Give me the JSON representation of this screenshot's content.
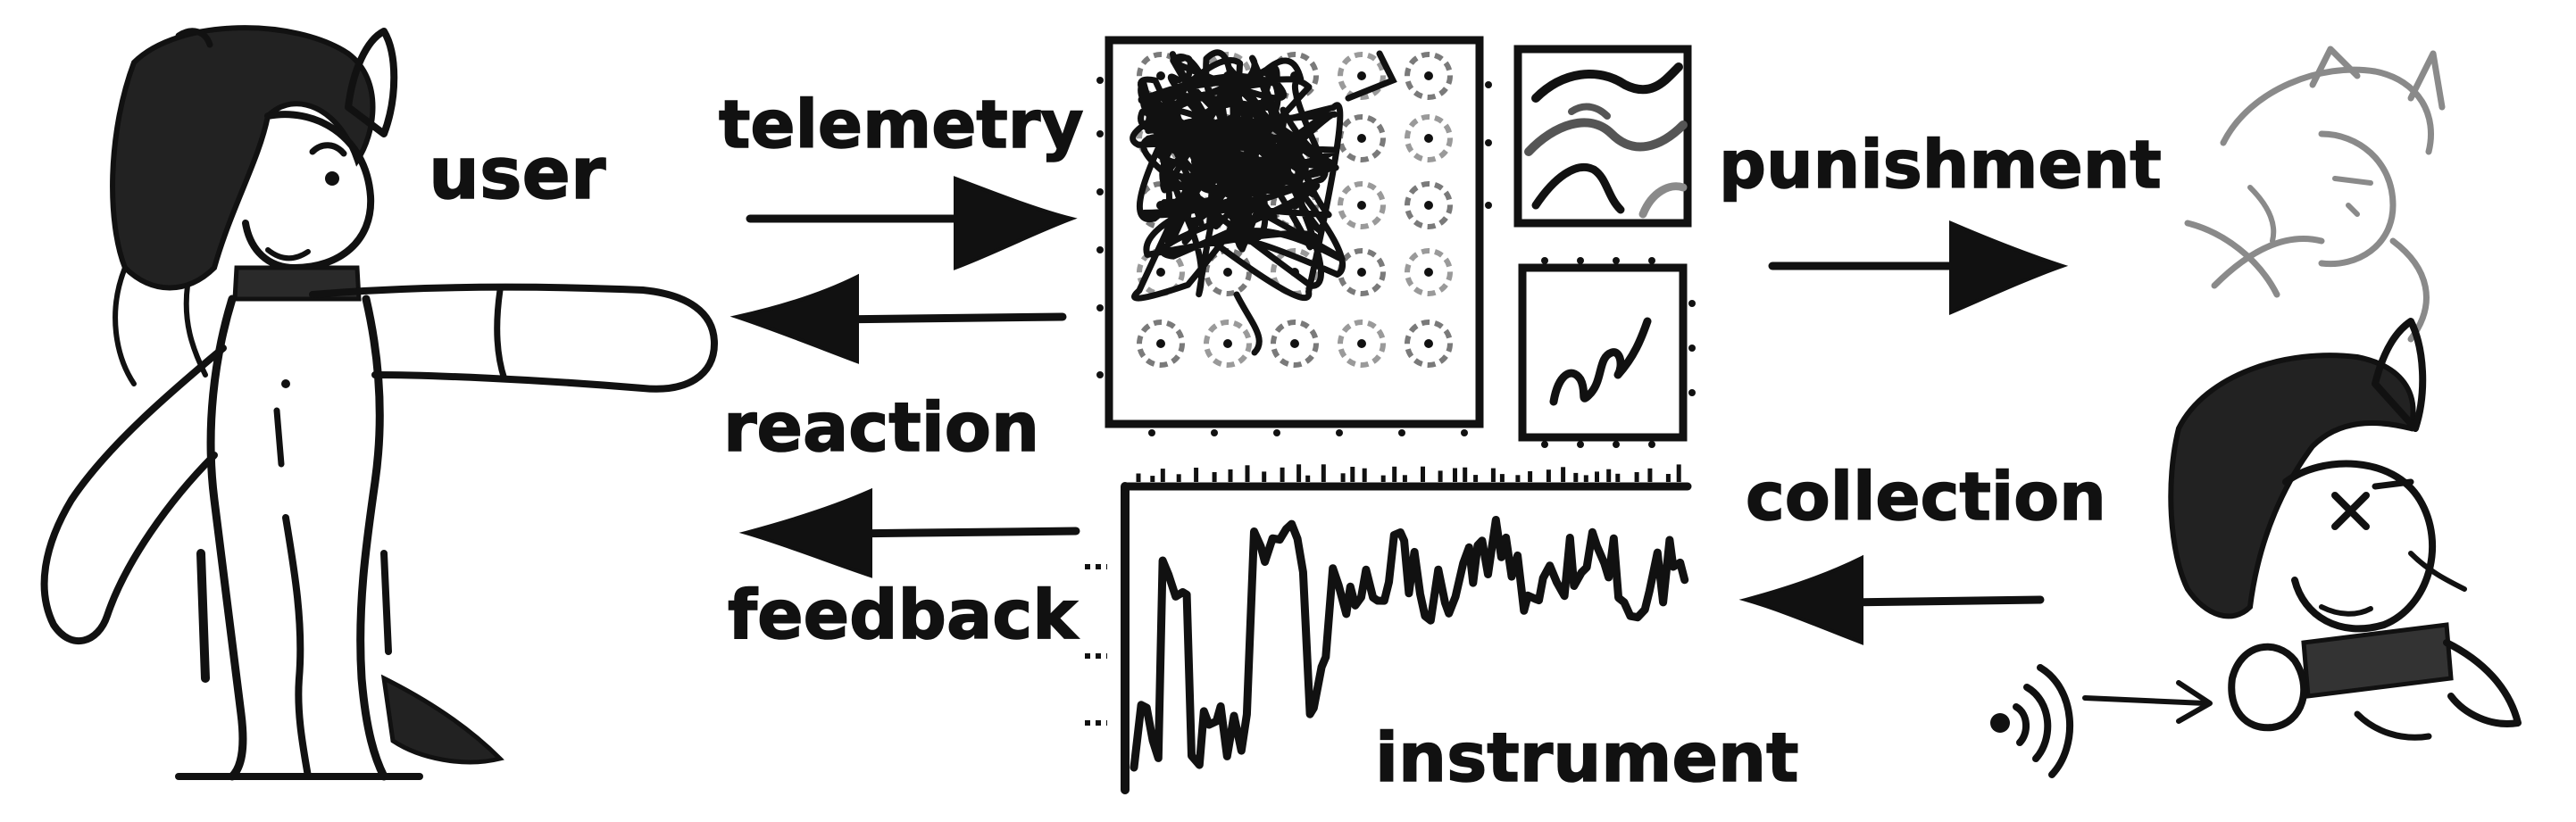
{
  "labels": {
    "user": "user",
    "telemetry": "telemetry",
    "reaction": "reaction",
    "feedback": "feedback",
    "punishment": "punishment",
    "collection": "collection",
    "instrument": "instrument"
  },
  "colors": {
    "ink": "#111111",
    "ink_soft": "#555555",
    "ink_faint": "#8a8a8a",
    "hair": "#222222",
    "background": "#ffffff"
  },
  "icons": {
    "signal": "wireless-signal-icon",
    "user_figure": "pony-user-figure",
    "subject_figure": "pony-subject-figure"
  }
}
